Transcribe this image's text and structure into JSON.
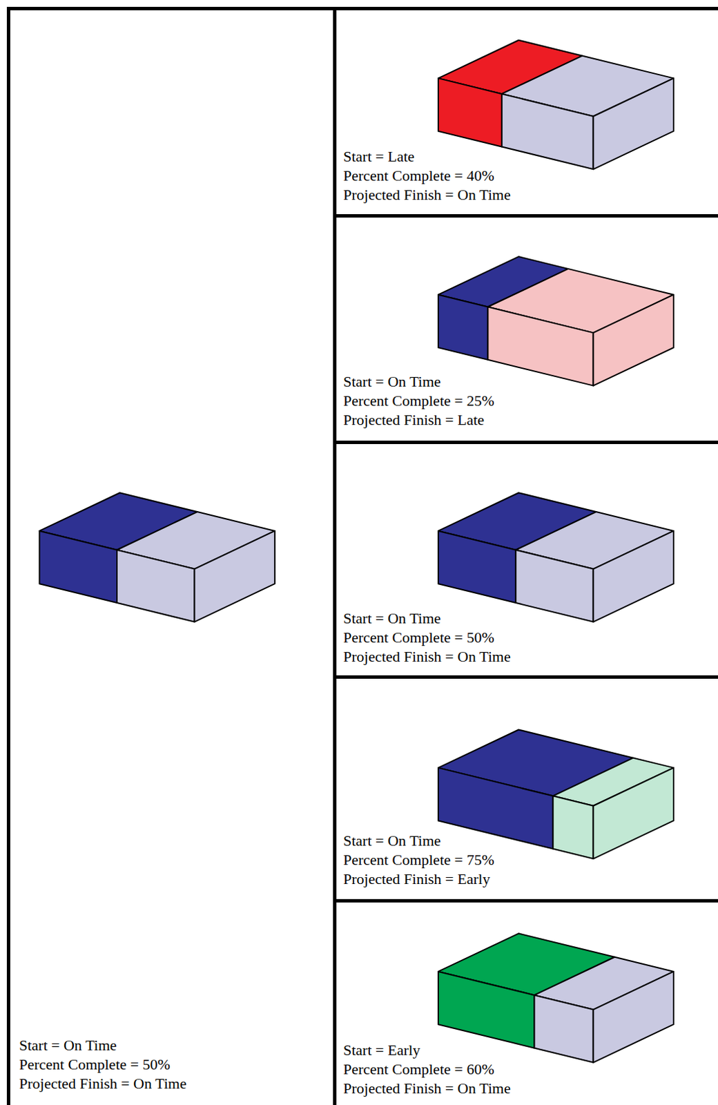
{
  "diagram": {
    "nodes": [
      {
        "text": [
          "Start = On Time",
          "Percent Complete = 50%",
          "Projected Finish = On Time"
        ]
      },
      {
        "text": [
          "Start = Late",
          "Percent Complete = 40%",
          "Projected Finish = On Time"
        ]
      },
      {
        "text": [
          "Start = On Time",
          "Percent Complete = 25%",
          "Projected Finish = Late"
        ]
      },
      {
        "text": [
          "Start = On Time",
          "Percent Complete = 50%",
          "Projected Finish = On Time"
        ]
      },
      {
        "text": [
          "Start = On Time",
          "Percent Complete = 75%",
          "Projected Finish = Early"
        ]
      },
      {
        "text": [
          "Start = Early",
          "Percent Complete = 60%",
          "Projected Finish = On Time"
        ]
      }
    ]
  }
}
